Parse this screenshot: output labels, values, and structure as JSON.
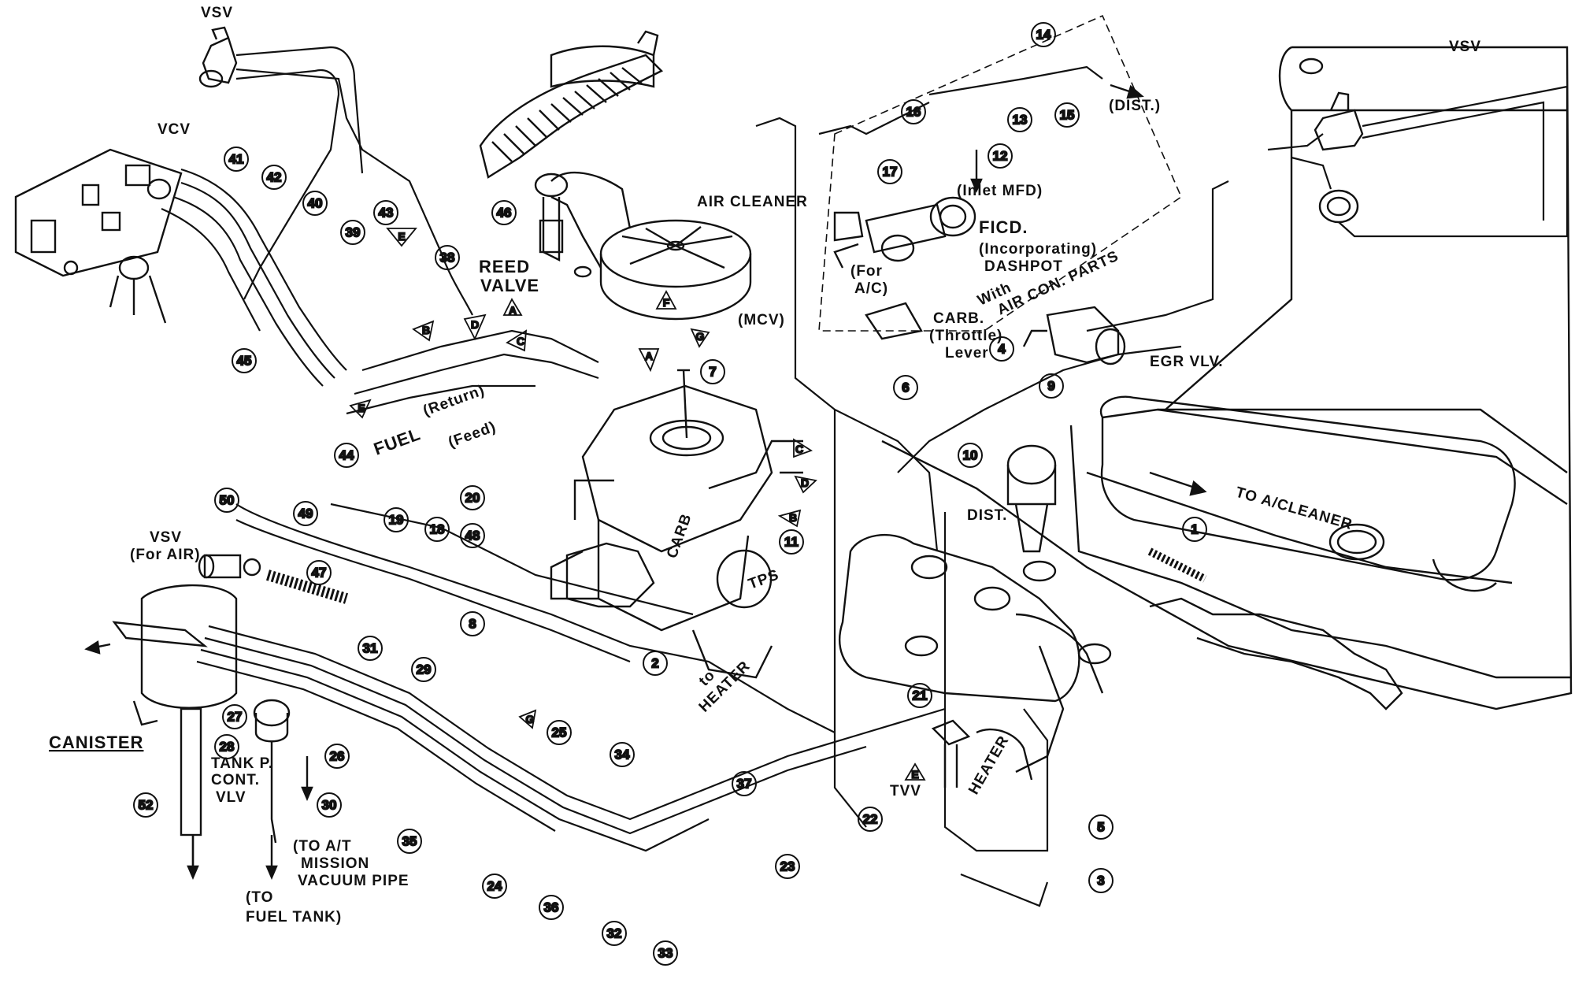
{
  "labels": {
    "vsv_top_left": "VSV",
    "vsv_top_right": "VSV",
    "vcv": "VCV",
    "air_cleaner": "AIR CLEANER",
    "reed_valve_1": "REED",
    "reed_valve_2": "VALVE",
    "mcv": "(MCV)",
    "dist_arrow": "(DIST.)",
    "inlet_mfd": "(Inlet MFD)",
    "ficd": "FICD.",
    "ficd_inc": "(Incorporating)",
    "dashpot": "DASHPOT",
    "for_ac_1": "(For",
    "for_ac_2": "A/C)",
    "carb_throttle_1": "CARB.",
    "carb_throttle_2": "(Throttle)",
    "carb_throttle_3": "Lever",
    "with": "With",
    "air_con_parts": "AIR CON. PARTS",
    "egr_vlv": "EGR VLV.",
    "dist": "DIST.",
    "to_a_cleaner": "TO A/CLEANER",
    "fuel": "FUEL",
    "return": "(Return)",
    "feed": "(Feed)",
    "carb": "CARB",
    "tps": "TPS",
    "to_heater_1": "to",
    "to_heater_2": "HEATER",
    "vsv_air_1": "VSV",
    "vsv_air_2": "(For AIR)",
    "canister": "CANISTER",
    "tank_p_1": "TANK P.",
    "tank_p_2": "CONT.",
    "tank_p_3": "VLV",
    "tvv": "TVV",
    "heater": "HEATER",
    "to_at_1": "(TO A/T",
    "to_at_2": "MISSION",
    "to_at_3": "VACUUM PIPE",
    "to_fuel_1": "(TO",
    "to_fuel_2": "FUEL TANK)"
  },
  "callouts": [
    {
      "id": "1",
      "text": "1"
    },
    {
      "id": "2",
      "text": "2"
    },
    {
      "id": "3",
      "text": "3"
    },
    {
      "id": "4",
      "text": "4"
    },
    {
      "id": "5",
      "text": "5"
    },
    {
      "id": "6",
      "text": "6"
    },
    {
      "id": "7",
      "text": "7"
    },
    {
      "id": "8",
      "text": "8"
    },
    {
      "id": "9",
      "text": "9"
    },
    {
      "id": "10",
      "text": "10"
    },
    {
      "id": "11",
      "text": "11"
    },
    {
      "id": "12",
      "text": "12"
    },
    {
      "id": "13",
      "text": "13"
    },
    {
      "id": "14",
      "text": "14"
    },
    {
      "id": "15",
      "text": "15"
    },
    {
      "id": "16",
      "text": "16"
    },
    {
      "id": "17",
      "text": "17"
    },
    {
      "id": "18",
      "text": "18"
    },
    {
      "id": "19",
      "text": "19"
    },
    {
      "id": "20",
      "text": "20"
    },
    {
      "id": "21",
      "text": "21"
    },
    {
      "id": "22",
      "text": "22"
    },
    {
      "id": "23",
      "text": "23"
    },
    {
      "id": "24",
      "text": "24"
    },
    {
      "id": "25",
      "text": "25"
    },
    {
      "id": "26",
      "text": "26"
    },
    {
      "id": "27",
      "text": "27"
    },
    {
      "id": "28",
      "text": "28"
    },
    {
      "id": "29",
      "text": "29"
    },
    {
      "id": "30",
      "text": "30"
    },
    {
      "id": "31",
      "text": "31"
    },
    {
      "id": "32",
      "text": "32"
    },
    {
      "id": "33",
      "text": "33"
    },
    {
      "id": "34",
      "text": "34"
    },
    {
      "id": "35",
      "text": "35"
    },
    {
      "id": "36",
      "text": "36"
    },
    {
      "id": "37",
      "text": "37"
    },
    {
      "id": "38",
      "text": "38"
    },
    {
      "id": "39",
      "text": "39"
    },
    {
      "id": "40",
      "text": "40"
    },
    {
      "id": "41",
      "text": "41"
    },
    {
      "id": "42",
      "text": "42"
    },
    {
      "id": "43",
      "text": "43"
    },
    {
      "id": "44",
      "text": "44"
    },
    {
      "id": "45",
      "text": "45"
    },
    {
      "id": "46",
      "text": "46"
    },
    {
      "id": "47",
      "text": "47"
    },
    {
      "id": "48",
      "text": "48"
    },
    {
      "id": "49",
      "text": "49"
    },
    {
      "id": "50",
      "text": "50"
    },
    {
      "id": "52",
      "text": "52"
    }
  ],
  "markers": [
    {
      "id": "A1",
      "text": "A"
    },
    {
      "id": "A2",
      "text": "A"
    },
    {
      "id": "B1",
      "text": "B"
    },
    {
      "id": "B2",
      "text": "B"
    },
    {
      "id": "C1",
      "text": "C"
    },
    {
      "id": "C2",
      "text": "C"
    },
    {
      "id": "D1",
      "text": "D"
    },
    {
      "id": "D2",
      "text": "D"
    },
    {
      "id": "E1",
      "text": "E"
    },
    {
      "id": "E2",
      "text": "E"
    },
    {
      "id": "E3",
      "text": "E"
    },
    {
      "id": "F1",
      "text": "F"
    },
    {
      "id": "G1",
      "text": "G"
    },
    {
      "id": "G2",
      "text": "G"
    }
  ]
}
